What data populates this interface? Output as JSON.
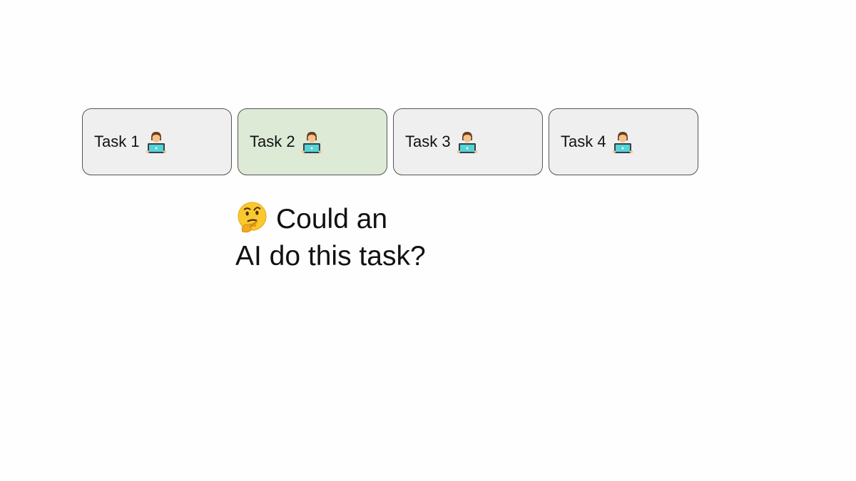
{
  "tasks": [
    {
      "label": "Task 1",
      "icon": "technologist-icon",
      "highlighted": false
    },
    {
      "label": "Task 2",
      "icon": "technologist-icon",
      "highlighted": true
    },
    {
      "label": "Task 3",
      "icon": "technologist-icon",
      "highlighted": false
    },
    {
      "label": "Task 4",
      "icon": "technologist-icon",
      "highlighted": false
    }
  ],
  "question": {
    "icon": "thinking-face-icon",
    "line1": "Could an",
    "line2": "AI do this task?"
  },
  "colors": {
    "card_background": "#efefef",
    "card_highlight": "#dcead6",
    "card_border": "#555555"
  }
}
